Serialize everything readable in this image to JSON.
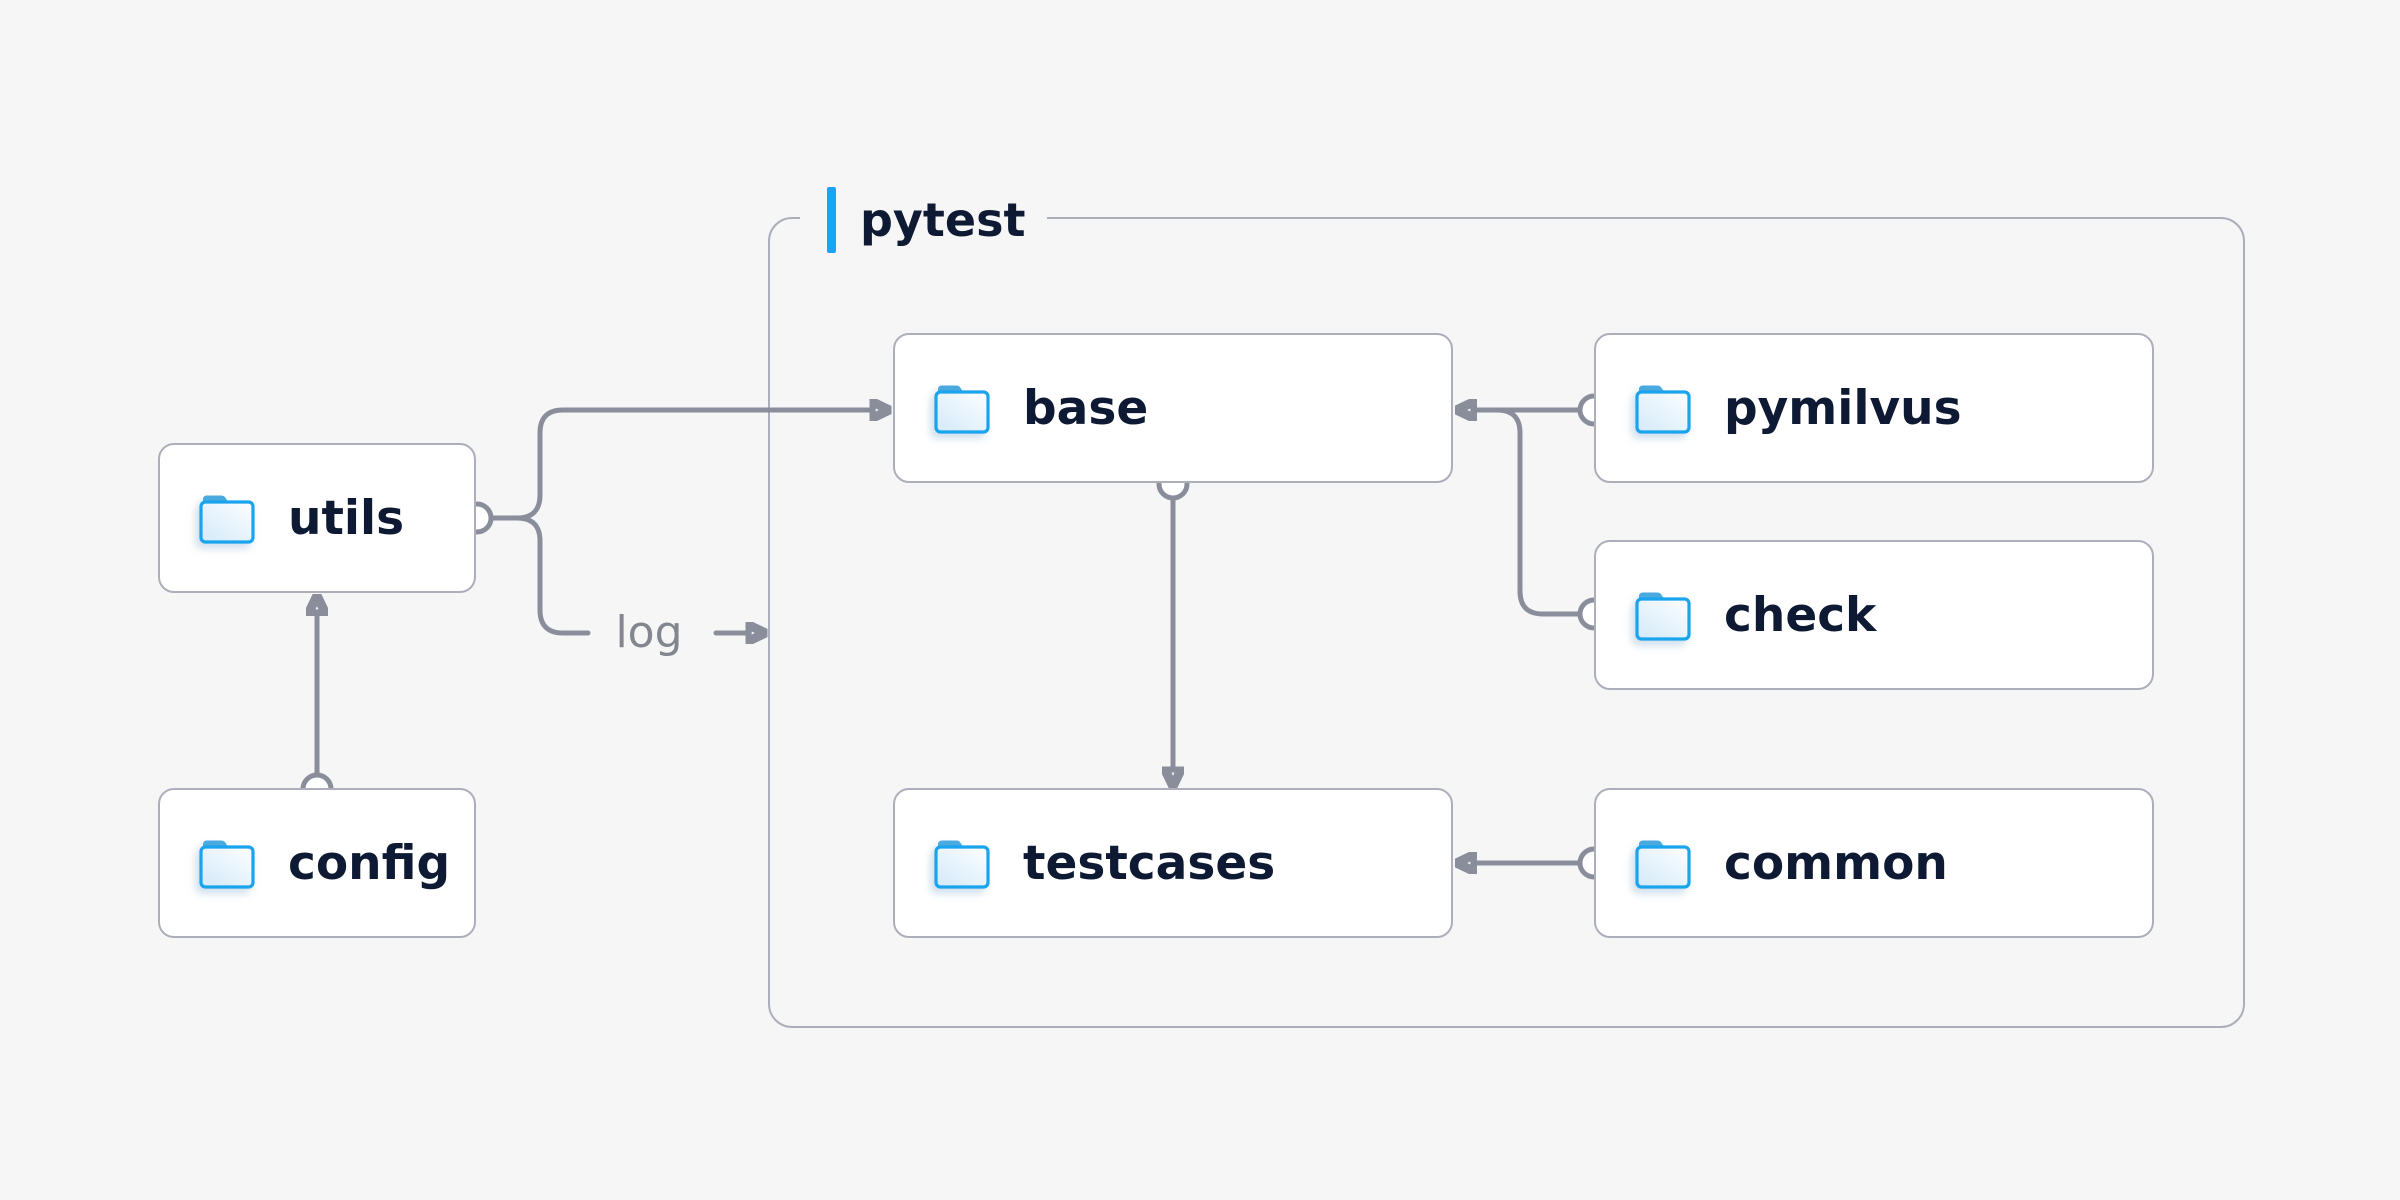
{
  "diagram": {
    "group": {
      "label": "pytest"
    },
    "edge_label": "log",
    "nodes": {
      "utils": {
        "label": "utils"
      },
      "config": {
        "label": "config"
      },
      "base": {
        "label": "base"
      },
      "pymilvus": {
        "label": "pymilvus"
      },
      "check": {
        "label": "check"
      },
      "testcases": {
        "label": "testcases"
      },
      "common": {
        "label": "common"
      }
    },
    "edges": [
      {
        "from": "config",
        "to": "utils"
      },
      {
        "from": "utils",
        "to": "base"
      },
      {
        "from": "utils",
        "to": "log"
      },
      {
        "from": "pymilvus",
        "to": "base"
      },
      {
        "from": "check",
        "to": "base"
      },
      {
        "from": "base",
        "to": "testcases"
      },
      {
        "from": "common",
        "to": "testcases"
      }
    ],
    "icons": {
      "node_icon": "folder-icon"
    },
    "colors": {
      "background": "#F6F6F7",
      "node_fill": "#FFFFFF",
      "node_border": "#ACAFBA",
      "connector": "#8A8E9B",
      "label_text": "#0E1A33",
      "muted_text": "#82868F",
      "accent_blue": "#14A7F3",
      "folder_stroke": "#1BA4EE",
      "folder_tab": "#4AA9DE"
    }
  }
}
